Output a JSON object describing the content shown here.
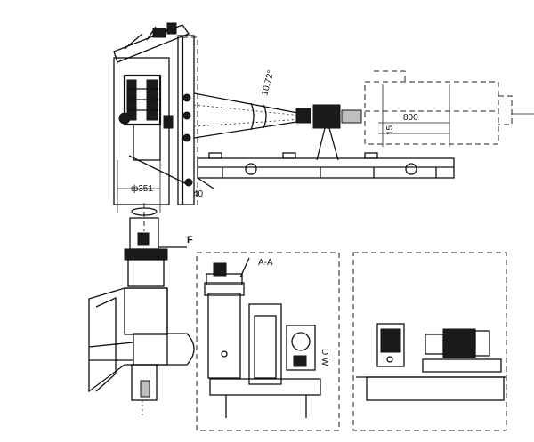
{
  "labels": {
    "angle": "10.72°",
    "dim_800": "800",
    "dim_15": "15",
    "dim_351": "ф351",
    "dim_40": "40",
    "force_f": "F",
    "section_aa": "A-A",
    "direction_dw": "D W"
  }
}
